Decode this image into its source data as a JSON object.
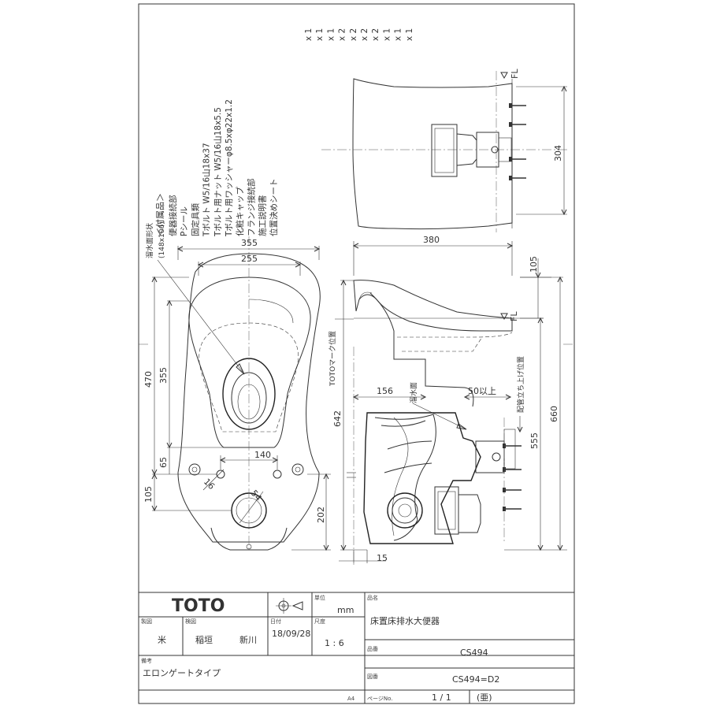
{
  "accessories": {
    "header": "＜付属品＞",
    "items": [
      {
        "name": "便器接続部",
        "qty": "x 1"
      },
      {
        "name": "Pシール",
        "qty": "x 1"
      },
      {
        "name": "固定具類",
        "qty": "x 1"
      },
      {
        "name": "Tボルト W5/16山18x37",
        "qty": "x 2"
      },
      {
        "name": "Tボルト用ナット W5/16山18x5.5",
        "qty": "x 2"
      },
      {
        "name": "Tボルト用ワッシャーφ8.5xφ22x1.2",
        "qty": "x 2"
      },
      {
        "name": "化粧キャップ",
        "qty": "x 2"
      },
      {
        "name": "フランジ接続部",
        "qty": "x 1"
      },
      {
        "name": "施工説明書",
        "qty": "x 1"
      },
      {
        "name": "位置決めシート",
        "qty": "x 1"
      }
    ]
  },
  "labels": {
    "water_surface_shape": "溜水面形状",
    "water_surface_size": "(148x106)",
    "toto_mark_position": "TOTOマーク位置",
    "water_surface": "溜水面",
    "pipe_riser_position": "配管立ち上げ位置",
    "fl_top": "FL",
    "fl_side": "FL",
    "fifty_over": "50以上"
  },
  "dims": {
    "d355_top": "355",
    "d255": "255",
    "d470": "470",
    "d355_left": "355",
    "d65": "65",
    "d140": "140",
    "d16": "16",
    "d54": "54",
    "d105_left": "105",
    "d202": "202",
    "d380": "380",
    "d105_right": "105",
    "d642": "642",
    "d156": "156",
    "d15": "15",
    "d555": "555",
    "d660": "660",
    "d304": "304"
  },
  "title_block": {
    "logo": "TOTO",
    "unit_label": "単位",
    "unit": "mm",
    "name_label": "品名",
    "name": "床置床排水大便器",
    "drafter_label": "製図",
    "drafter": "米",
    "checker_label": "検図",
    "checker": "稲垣",
    "approver": "新川",
    "date_label": "日付",
    "date": "18/09/28",
    "scale_label": "尺度",
    "scale": "1 : 6",
    "model_label": "品番",
    "model": "CS494",
    "drawing_no_label": "図番",
    "drawing_no": "CS494=D2",
    "remarks_label": "備考",
    "remarks": "エロンゲートタイプ",
    "paper": "A4",
    "page_label": "ページNo.",
    "page": "1 / 1",
    "revision": "(亜)"
  }
}
